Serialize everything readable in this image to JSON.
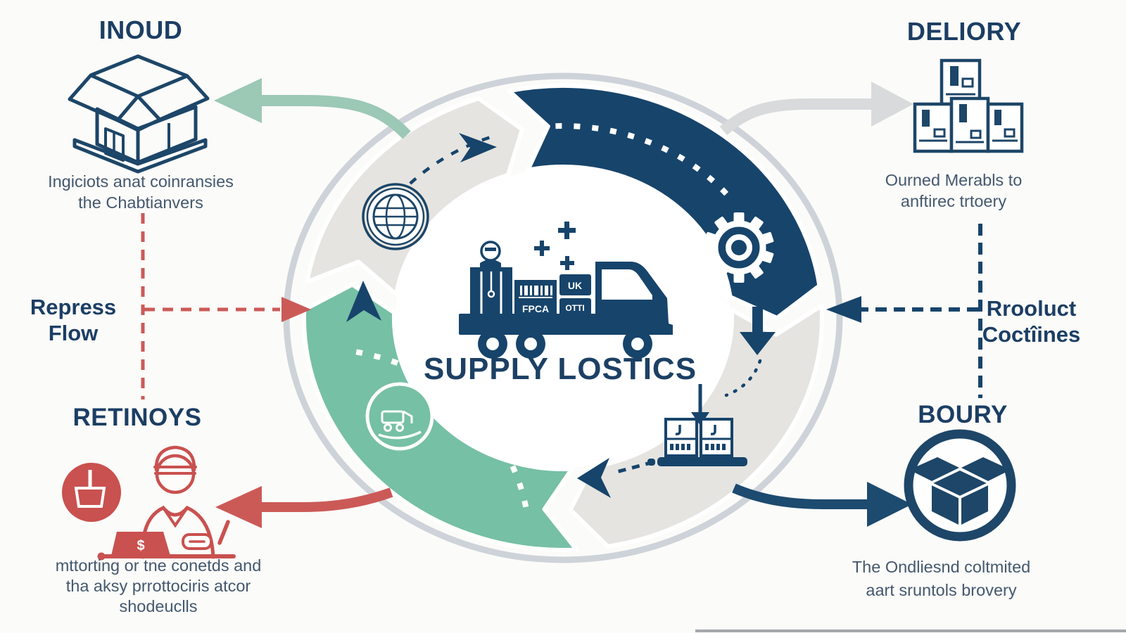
{
  "background": "#fbfbf9",
  "colors": {
    "navy": "#17446b",
    "navy_text": "#1c3e64",
    "caption_text": "#44586e",
    "teal_segment": "#76c0a5",
    "teal_arrow": "#9cc8b6",
    "gray_segment": "#e5e4e0",
    "gray_arrow": "#d8dadc",
    "ring_outline": "#ced3d9",
    "red": "#cb5a57",
    "red_icon": "#c9514f",
    "white": "#ffffff"
  },
  "center": {
    "title": "SUPPLY LOSTICS",
    "truck_box_labels": [
      "FPCA",
      "UK",
      "OTTI"
    ],
    "laptop_symbol": "$"
  },
  "quadrants": {
    "inbound": {
      "heading": "INOUD",
      "caption_lines": [
        "Ingiciots anat coinransies",
        "the Chabtianvers"
      ]
    },
    "delivery": {
      "heading": "DELIORY",
      "caption_lines": [
        "Ourned Merabls to",
        "anftirec trtoery"
      ]
    },
    "returns": {
      "heading": "RETINOYS",
      "caption_lines": [
        "mttorting or tne conetds and",
        "tha aksy prrottociris atcor",
        "shodeuclls"
      ]
    },
    "boury": {
      "heading": "BOURY",
      "caption_lines": [
        "The Ondliesnd coltmited",
        "aart sruntols brovery"
      ]
    }
  },
  "side_labels": {
    "repress": {
      "lines": [
        "Repress",
        "Flow"
      ]
    },
    "product": {
      "lines": [
        "Rrooluct",
        "Coctîines"
      ]
    }
  },
  "icons": {
    "inbound": "open-box-icon",
    "delivery": "stacked-boxes-icon",
    "returns": "worker-with-laptop-icon",
    "returns_badge": "stamp-icon",
    "boury": "boxed-package-icon",
    "ring_top_left": "globe-icon",
    "ring_right": "gear-icon",
    "ring_bottom_left": "forklift-badge-icon",
    "ring_bottom_right": "pallet-boxes-icon",
    "center": "truck-icon"
  }
}
